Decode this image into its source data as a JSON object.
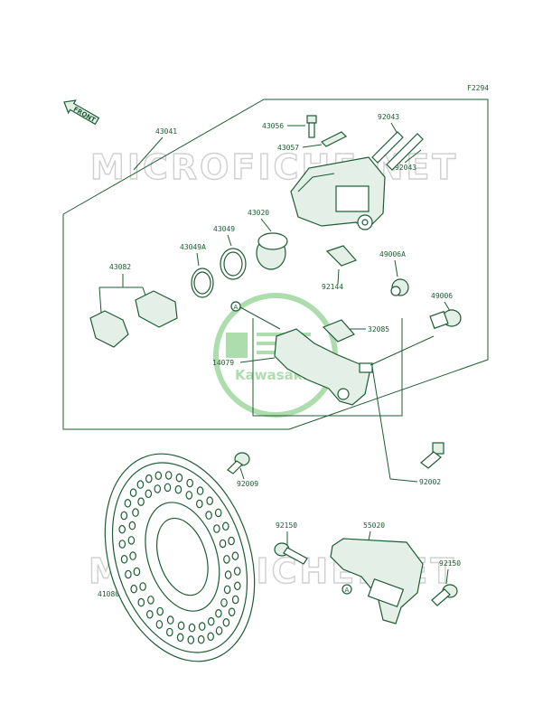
{
  "diagram": {
    "code": "F2294",
    "front_label": "FRONT",
    "watermark_text": "MICROFICHE.NET",
    "logo_text": "Kawasaki",
    "callout_marker": "A",
    "colors": {
      "line": "#1d5c34",
      "watermark": "#cfcfcf",
      "logo": "#6cc36b"
    },
    "parts": [
      "43041",
      "43056",
      "92043",
      "43057",
      "92043",
      "43020",
      "43049",
      "43049A",
      "43082",
      "92144",
      "49006A",
      "49006",
      "32085",
      "14079",
      "92009",
      "92002",
      "92150",
      "55020",
      "92150",
      "41080"
    ]
  }
}
